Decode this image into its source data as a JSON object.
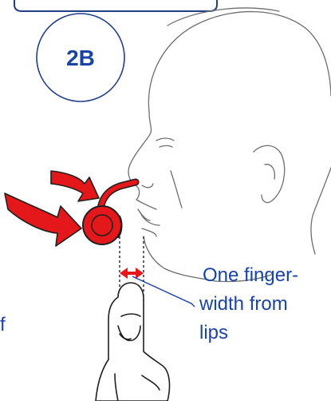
{
  "step_label": "2B",
  "callout": {
    "line1": "One finger-",
    "line2": "width from",
    "line3": "lips"
  },
  "edge_fragment": "f",
  "colors": {
    "outline": "#1f3f8a",
    "text_blue": "#1a43a6",
    "device_red": "#e4181b",
    "line_gray": "#6e6e6e",
    "dotted_guide": "#222222"
  },
  "icons": {
    "step_badge": "circle-badge",
    "motion_arrows": "red-curved-arrow",
    "spacing_marker": "double-headed-arrow"
  }
}
